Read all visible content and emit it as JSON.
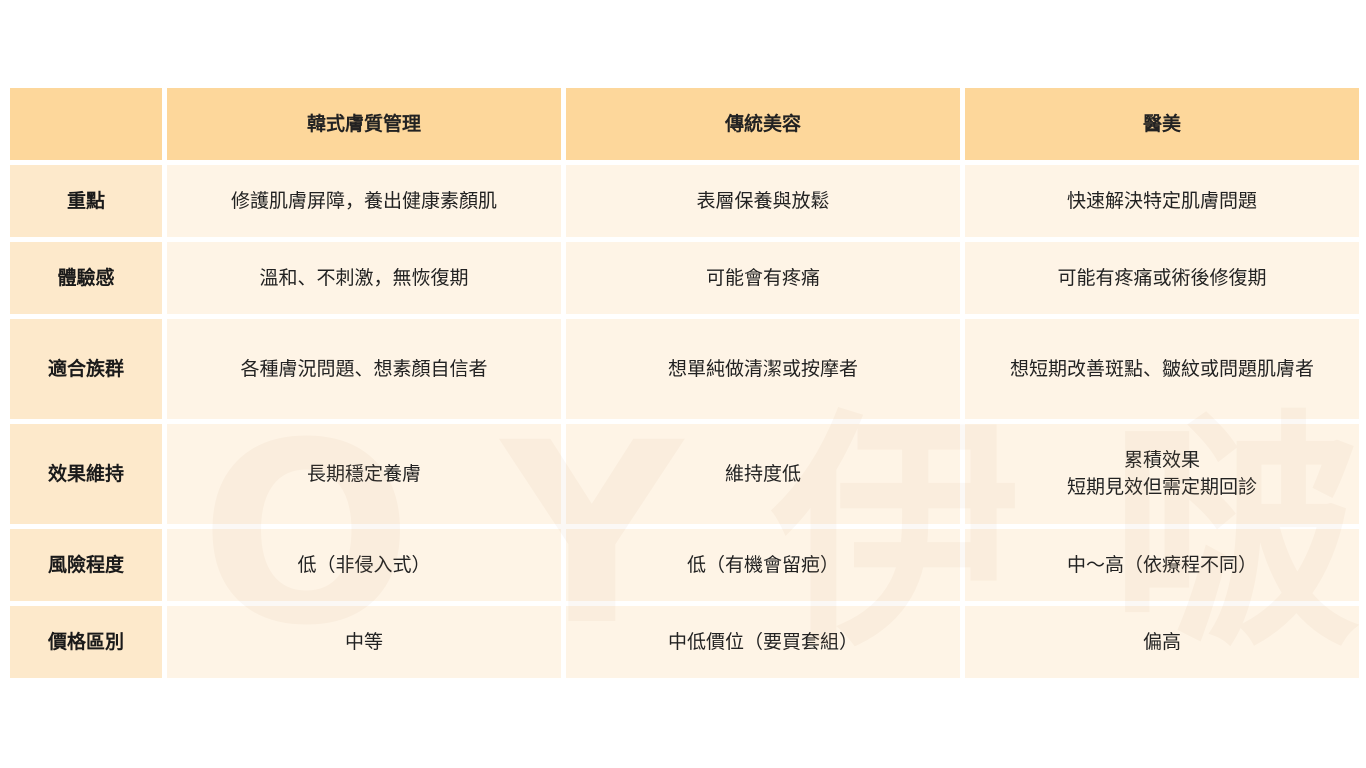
{
  "table": {
    "corner": "",
    "columns": [
      "韓式膚質管理",
      "傳統美容",
      "醫美"
    ],
    "rows": [
      {
        "label": "重點",
        "cells": [
          [
            "修護肌膚屏障，養出健康素顏肌"
          ],
          [
            "表層保養與放鬆"
          ],
          [
            "快速解決特定肌膚問題"
          ]
        ]
      },
      {
        "label": "體驗感",
        "cells": [
          [
            "溫和、不刺激，無恢復期"
          ],
          [
            "可能會有疼痛"
          ],
          [
            "可能有疼痛或術後修復期"
          ]
        ]
      },
      {
        "label": "適合族群",
        "cells": [
          [
            "各種膚況問題、想素顏自信者"
          ],
          [
            "想單純做清潔或按摩者"
          ],
          [
            "想短期改善斑點、皺紋或問題肌膚者"
          ]
        ]
      },
      {
        "label": "效果維持",
        "cells": [
          [
            "長期穩定養膚"
          ],
          [
            "維持度低"
          ],
          [
            "累積效果",
            "短期見效但需定期回診"
          ]
        ]
      },
      {
        "label": "風險程度",
        "cells": [
          [
            "低（非侵入式）"
          ],
          [
            "低（有機會留疤）"
          ],
          [
            "中～高（依療程不同）"
          ]
        ]
      },
      {
        "label": "價格區別",
        "cells": [
          [
            "中等"
          ],
          [
            "中低價位（要買套組）"
          ],
          [
            "偏高"
          ]
        ]
      }
    ]
  },
  "watermark_logo": [
    "O",
    "Y",
    "伊",
    "啵"
  ],
  "colors": {
    "header_bg": "#fdd79b",
    "row_label_bg": "#fde9cb",
    "cell_bg": "#fef4e6"
  }
}
